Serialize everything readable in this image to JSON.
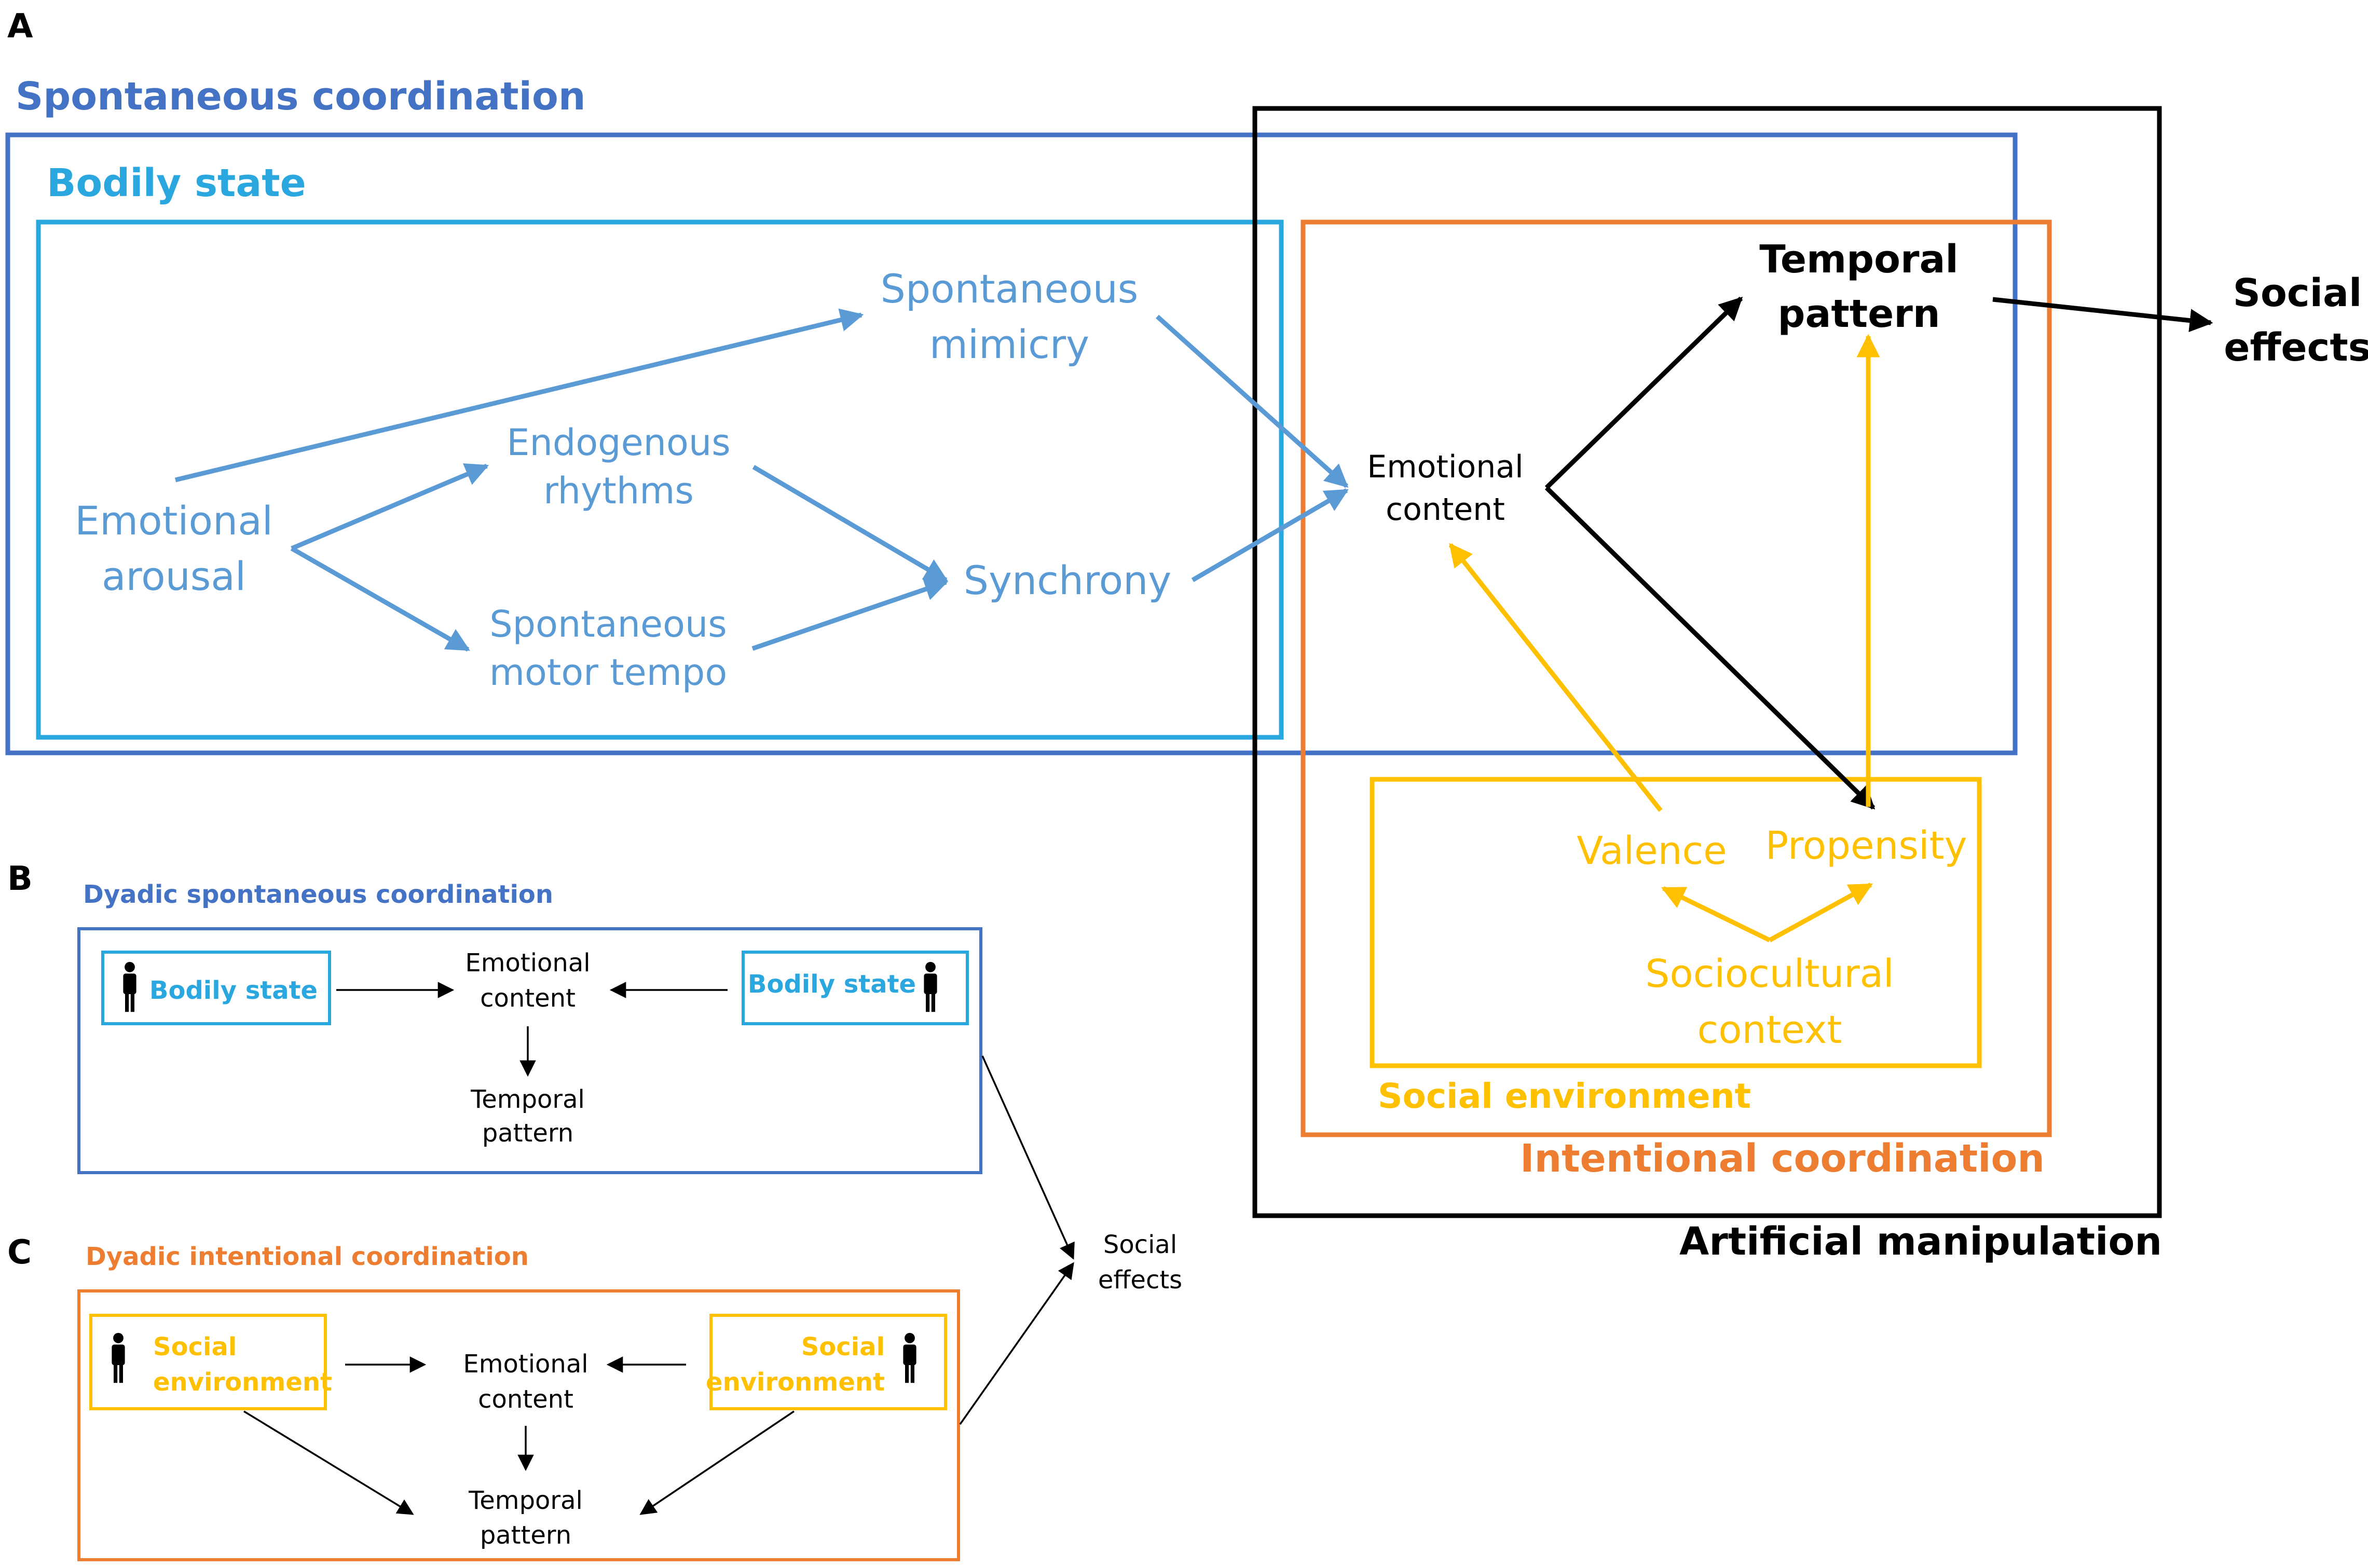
{
  "colors": {
    "dark_blue": "#4472C4",
    "light_blue": "#2BA7E0",
    "node_blue": "#5B9BD5",
    "orange": "#ED7D31",
    "yellow": "#FFC000",
    "black": "#000000"
  },
  "panel_a": {
    "letter": "A",
    "spontaneous_coordination": "Spontaneous coordination",
    "bodily_state": "Bodily state",
    "intentional_coordination": "Intentional coordination",
    "artificial_manipulation": "Artificial manipulation",
    "social_environment": "Social environment",
    "nodes": {
      "emotional_arousal": [
        "Emotional",
        "arousal"
      ],
      "spontaneous_mimicry": [
        "Spontaneous",
        "mimicry"
      ],
      "endogenous_rhythms": [
        "Endogenous",
        "rhythms"
      ],
      "spontaneous_motor_tempo": [
        "Spontaneous",
        "motor tempo"
      ],
      "synchrony": [
        "Synchrony"
      ],
      "emotional_content": [
        "Emotional",
        "content"
      ],
      "temporal_pattern": [
        "Temporal",
        "pattern"
      ],
      "social_effects": [
        "Social",
        "effects"
      ],
      "valence": [
        "Valence"
      ],
      "propensity": [
        "Propensity"
      ],
      "sociocultural_context": [
        "Sociocultural",
        "context"
      ]
    }
  },
  "panel_b": {
    "letter": "B",
    "title": "Dyadic spontaneous coordination",
    "left_box": "Bodily state",
    "right_box": "Bodily state",
    "emotional_content": [
      "Emotional",
      "content"
    ],
    "temporal_pattern": [
      "Temporal",
      "pattern"
    ],
    "person_icon": "person-icon"
  },
  "panel_c": {
    "letter": "C",
    "title": "Dyadic intentional coordination",
    "left_box": [
      "Social",
      "environment"
    ],
    "right_box": [
      "Social",
      "environment"
    ],
    "emotional_content": [
      "Emotional",
      "content"
    ],
    "temporal_pattern": [
      "Temporal",
      "pattern"
    ],
    "person_icon": "person-icon"
  },
  "shared_social_effects": [
    "Social",
    "effects"
  ]
}
